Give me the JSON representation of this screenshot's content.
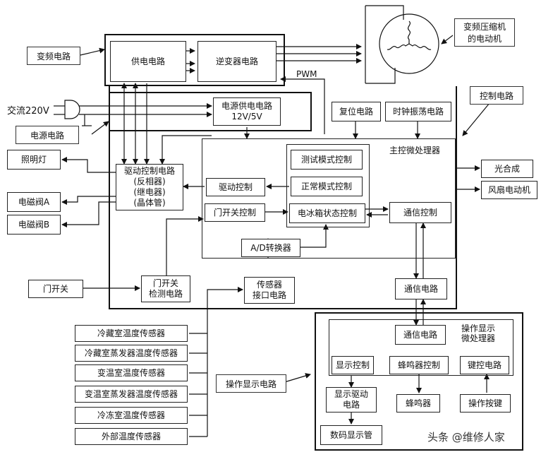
{
  "callouts": {
    "freq_circuit": "变频电路",
    "power_circuit": "电源电路",
    "control_circuit": "控制电路",
    "display_circuit": "操作显示电路",
    "motor_line1": "变频压缩机",
    "motor_line2": "的电动机"
  },
  "blocks": {
    "supply": "供电电路",
    "inverter": "逆变器电路",
    "pwm": "PWM",
    "ac_input": "交流220V",
    "psu_line1": "电源供电电路",
    "psu_line2": "12V/5V",
    "reset": "复位电路",
    "clock": "时钟振荡电路",
    "main_mcu": "主控微处理器",
    "test_mode": "测试模式控制",
    "normal_mode": "正常模式控制",
    "state_ctrl": "电冰箱状态控制",
    "drive_ctrl": "驱动控制",
    "door_ctrl": "门开关控制",
    "comm_ctrl": "通信控制",
    "adc": "A/D转换器",
    "driver_line1": "驱动控制电路",
    "driver_line2": "(反相器)",
    "driver_line3": "(继电器)",
    "driver_line4": "(晶体管)",
    "door_detect_line1": "门开关",
    "door_detect_line2": "检测电路",
    "sensor_if_line1": "传感器",
    "sensor_if_line2": "接口电路",
    "comm_circuit": "通信电路",
    "light": "照明灯",
    "valve_a": "电磁阀A",
    "valve_b": "电磁阀B",
    "door_switch": "门开关",
    "photo": "光合成",
    "fan": "风扇电动机",
    "disp_comm": "通信电路",
    "disp_mcu_line1": "操作显示",
    "disp_mcu_line2": "微处理器",
    "disp_ctrl": "显示控制",
    "buzzer_ctrl": "蜂鸣器控制",
    "key_ctrl": "键控电路",
    "disp_drive_line1": "显示驱动",
    "disp_drive_line2": "电路",
    "buzzer": "蜂鸣器",
    "keys": "操作按键",
    "led_display": "数码显示管"
  },
  "sensors": [
    "冷藏室温度传感器",
    "冷藏室蒸发器温度传感器",
    "变温室温度传感器",
    "变温室蒸发器温度传感器",
    "冷冻室温度传感器",
    "外部温度传感器"
  ],
  "watermark": "头条 @维修人家"
}
